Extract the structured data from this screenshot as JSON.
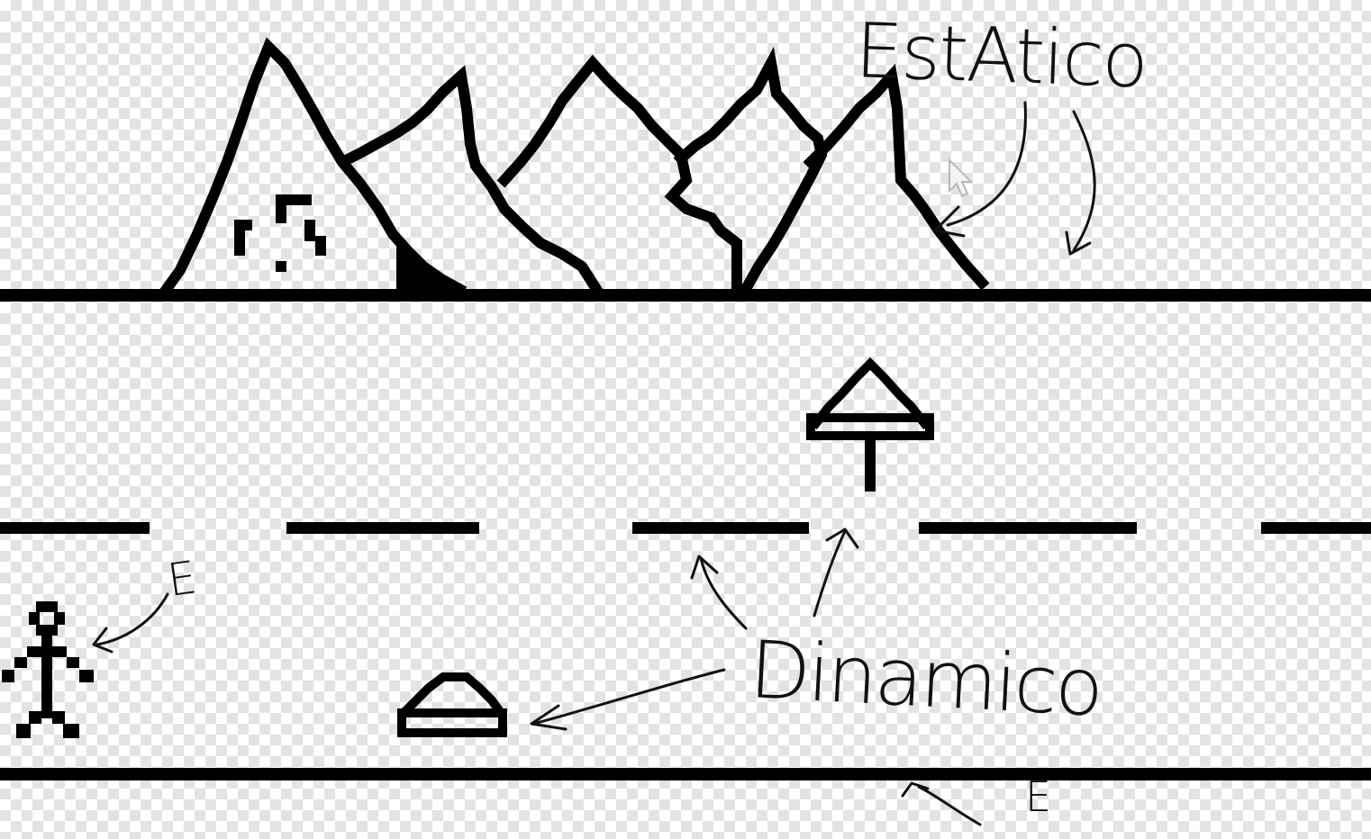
{
  "labels": {
    "static": "EstAtico",
    "dynamic": "Dinamico",
    "e_left": "E",
    "e_bottom": "E"
  },
  "colors": {
    "ink": "#000000",
    "checker_light": "#ffffff",
    "checker_dark": "#e3e3e3"
  },
  "icons": {
    "cursor": "mouse-pointer-icon"
  }
}
